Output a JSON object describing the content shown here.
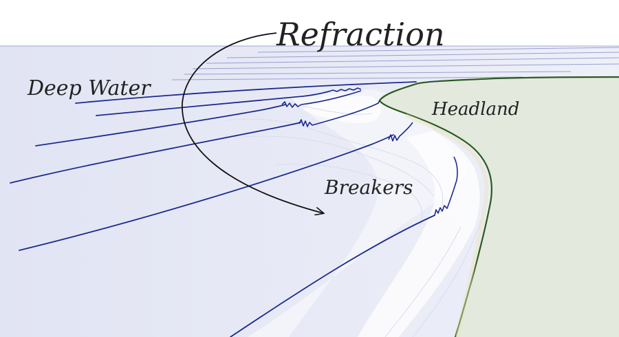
{
  "labels": {
    "title": "Refraction",
    "deep_water": "Deep Water",
    "headland": "Headland",
    "breakers": "Breakers"
  },
  "colors": {
    "sky": "#ffffff",
    "sea": "#e4e6f4",
    "land": "#e3e9dd",
    "coastline": "#2a5a1e",
    "wave_line": "#1b2a8f",
    "far_wave_line": "#8b92cc",
    "foam": "#ffffff",
    "arrow": "#111111",
    "text": "#222222"
  }
}
